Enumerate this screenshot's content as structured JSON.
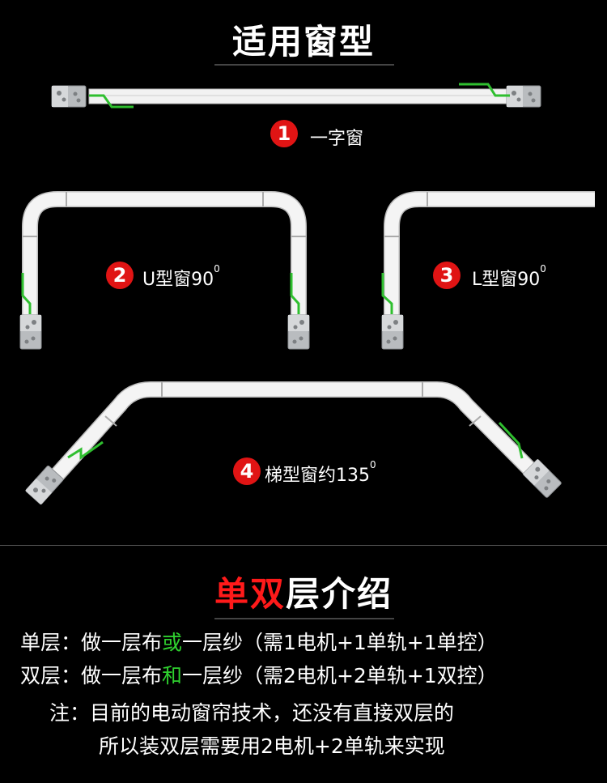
{
  "section1": {
    "title": "适用窗型",
    "items": [
      {
        "num": "1",
        "label": "一字窗",
        "sup": ""
      },
      {
        "num": "2",
        "label": "U型窗90",
        "sup": "0"
      },
      {
        "num": "3",
        "label": "L型窗90",
        "sup": "0"
      },
      {
        "num": "4",
        "label": "梯型窗约135",
        "sup": "0"
      }
    ]
  },
  "section2": {
    "title_red": "单双",
    "title_white": "层介绍",
    "rows": [
      {
        "prefix": "单层：",
        "a": "做一层布",
        "hl": "或",
        "b": "一层纱（需1电机+1单轨+1单控）"
      },
      {
        "prefix": "双层：",
        "a": "做一层布",
        "hl": "和",
        "b": "一层纱（需2电机+2单轨+1双控）"
      }
    ],
    "note_prefix": "注：",
    "note_line1": "目前的电动窗帘技术，还没有直接双层的",
    "note_line2": "所以装双层需要用2电机+2单轨来实现"
  },
  "colors": {
    "accent_red": "#e01414",
    "highlight_green": "#2fd12f",
    "rail": "#f2f2f2",
    "wire": "#2fbf2f"
  }
}
